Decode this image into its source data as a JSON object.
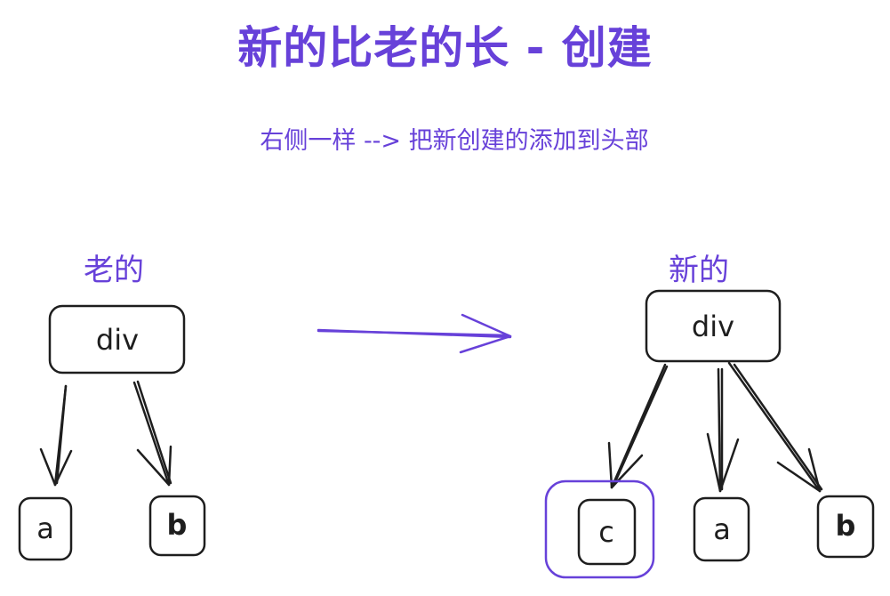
{
  "title": "新的比老的长 - 创建",
  "subtitle": "右侧一样 --> 把新创建的添加到头部",
  "old_tree": {
    "label": "老的",
    "root": "div",
    "children": [
      "a",
      "b"
    ]
  },
  "new_tree": {
    "label": "新的",
    "root": "div",
    "children": [
      "c",
      "a",
      "b"
    ],
    "highlighted_child": "c"
  },
  "colors": {
    "accent": "#6741d9",
    "stroke": "#1e1e1e"
  }
}
